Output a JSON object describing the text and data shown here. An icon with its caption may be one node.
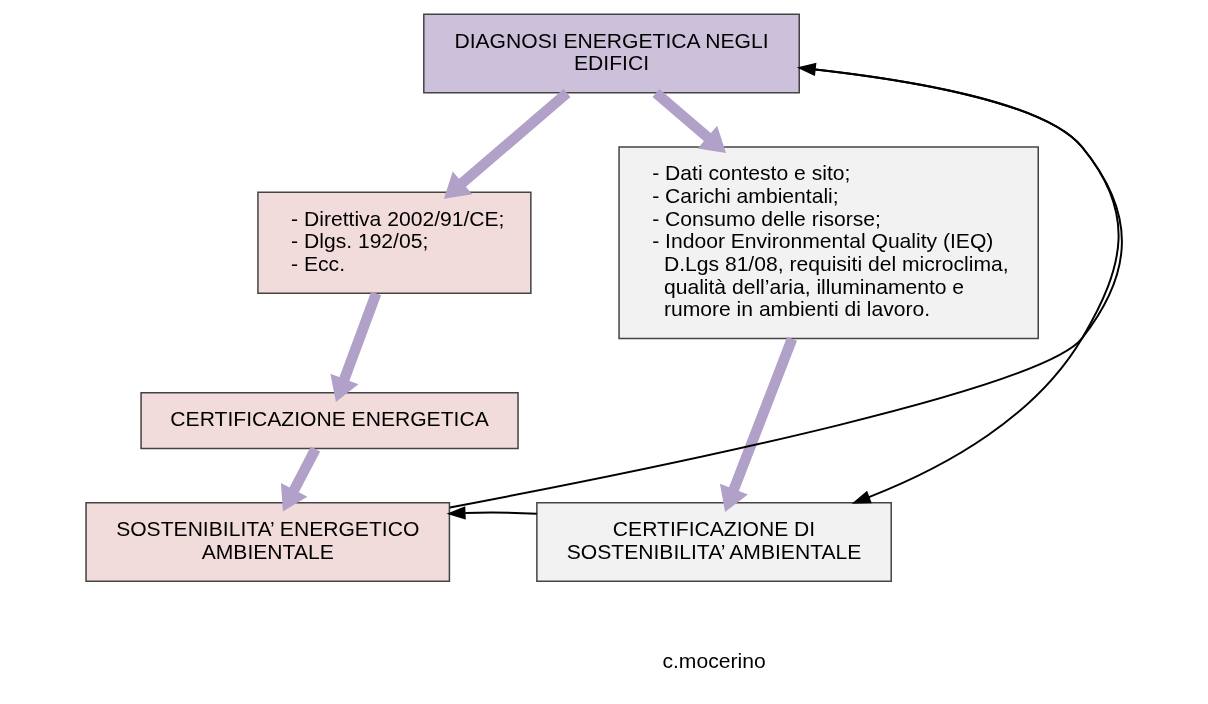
{
  "diagram": {
    "nodes": [
      {
        "text": [
          "DIAGNOSI ENERGETICA NEGLI EDIFICI"
        ]
      },
      {
        "text": [
          "- Direttiva 2002/91/CE;",
          "- Dlgs. 192/05;",
          "- Ecc."
        ]
      },
      {
        "text": [
          "- Dati contesto e sito;",
          "- Carichi ambientali;",
          "- Consumo delle risorse;",
          "- Indoor Environmental Quality (IEQ) D.Lgs 81/08, requisiti del microclima, qualità dell’aria, illuminamento e rumore in ambienti di lavoro."
        ]
      },
      {
        "text": [
          "CERTIFICAZIONE ENERGETICA"
        ]
      },
      {
        "text": [
          "SOSTENIBILITA’ ENERGETICO AMBIENTALE"
        ]
      },
      {
        "text": [
          "CERTIFICAZIONE DI SOSTENIBILITA’ AMBIENTALE"
        ]
      }
    ],
    "edges": [
      {
        "from": 0,
        "to": 1,
        "arrow": "to"
      },
      {
        "from": 0,
        "to": 2,
        "arrow": "to"
      },
      {
        "from": 1,
        "to": 3,
        "arrow": "to"
      },
      {
        "from": 3,
        "to": 4,
        "arrow": "to"
      },
      {
        "from": 2,
        "to": 5,
        "arrow": "to"
      },
      {
        "from": 5,
        "to": 4,
        "arrow": "to",
        "color": "#000000"
      },
      {
        "from": 0,
        "to": 5,
        "arrow": "to",
        "color": "#000000"
      },
      {
        "from": 4,
        "to": 0,
        "arrow": "to",
        "color": "#000000"
      }
    ],
    "labels": [
      "c.mocerino"
    ]
  }
}
